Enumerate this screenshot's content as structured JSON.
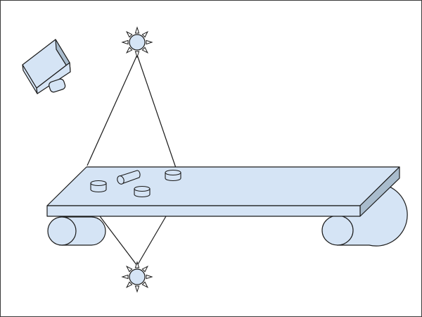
{
  "colors": {
    "fill": "#d5e4f5",
    "fill_dark": "#a9bccd",
    "stroke": "#1a1a1a",
    "background": "#ffffff",
    "frame": "#3a3a3a"
  },
  "components": {
    "camera": "camera-icon",
    "top_light": "sun-light-icon",
    "bottom_light": "sun-light-icon",
    "conveyor": "conveyor-belt",
    "objects": [
      "cylinder-part",
      "cylinder-part",
      "cylinder-part",
      "cylinder-part"
    ]
  }
}
